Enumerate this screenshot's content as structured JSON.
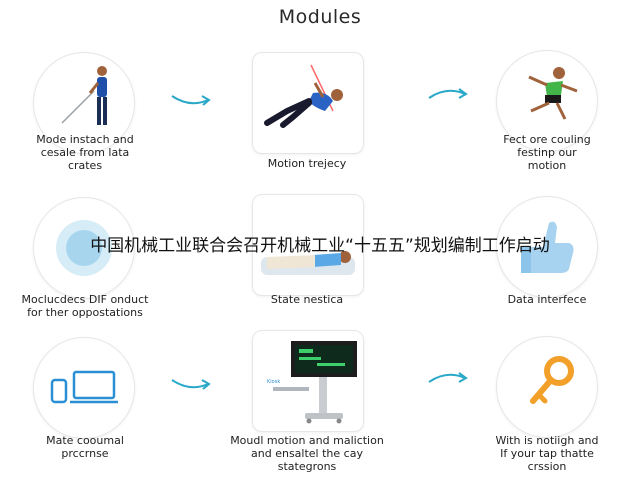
{
  "title": "Modules",
  "overlay_text": "中国机械工业联合会召开机械工业“十五五”规划编制工作启动",
  "rows": [
    {
      "items": [
        {
          "label": "Mode instach and\ncesale from lata\ncrates",
          "icon": "person-with-cane-icon"
        },
        {
          "label": "Motion trejecy",
          "icon": "reaching-person-icon"
        },
        {
          "label": "Fect ore couling\nfestinp our\nmotion",
          "icon": "running-person-icon"
        }
      ]
    },
    {
      "items": [
        {
          "label": "Moclucdecs DIF onduct\nfor ther oppostations",
          "icon": "blue-orb-icon"
        },
        {
          "label": "State nestica",
          "icon": "lying-person-icon"
        },
        {
          "label": "Data interfece",
          "icon": "thumbs-up-icon"
        }
      ]
    },
    {
      "items": [
        {
          "label": "Mate cooumal\nprccrnse",
          "icon": "devices-icon"
        },
        {
          "label": "Moudl motion and maliction\nand ensaltel the cay\nstategrons",
          "icon": "monitor-kiosk-icon"
        },
        {
          "label": "With is notiigh and\nIf your tap thatte\ncrssion",
          "icon": "key-icon"
        }
      ]
    }
  ],
  "kiosk_screen_text": "Kiosk",
  "colors": {
    "accent": "#29a8c8",
    "card_border": "#e4e6ea",
    "icon_blue": "#2b8fd6",
    "icon_orange": "#f2a02a"
  }
}
